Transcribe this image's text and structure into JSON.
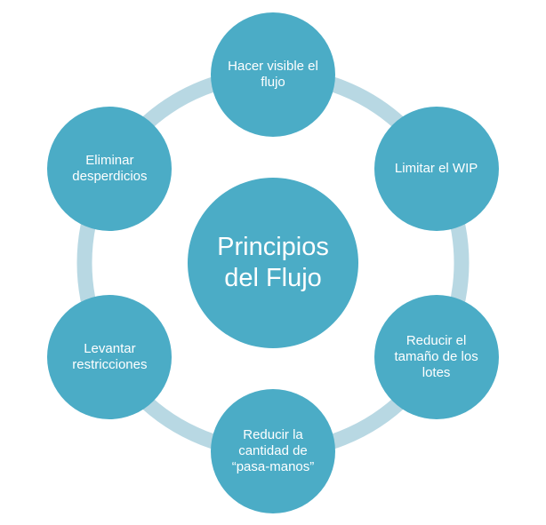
{
  "colors": {
    "node": "#4bacc6",
    "ring": "#b8d8e3",
    "text": "#ffffff",
    "background": "#ffffff"
  },
  "center": {
    "label": "Principios del Flujo"
  },
  "nodes": [
    {
      "id": "hacer-visible",
      "label": "Hacer visible el flujo"
    },
    {
      "id": "limitar-wip",
      "label": "Limitar el WIP"
    },
    {
      "id": "reducir-lotes",
      "label": "Reducir el tamaño de los lotes"
    },
    {
      "id": "reducir-pasamanos",
      "label": "Reducir la cantidad de “pasa-manos”"
    },
    {
      "id": "levantar-restricciones",
      "label": "Levantar restricciones"
    },
    {
      "id": "eliminar-desperdicios",
      "label": "Eliminar desperdicios"
    }
  ]
}
